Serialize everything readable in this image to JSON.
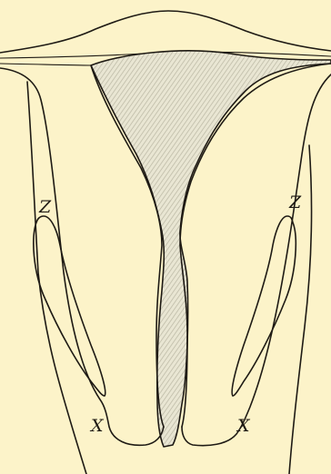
{
  "labels": {
    "left_upper": "Z",
    "right_upper": "Z",
    "left_lower": "X",
    "right_lower": "X"
  },
  "colors": {
    "background": "#fcf3c9",
    "ink": "#1e1a14",
    "cavity_hatch": "#b9b6a2"
  }
}
